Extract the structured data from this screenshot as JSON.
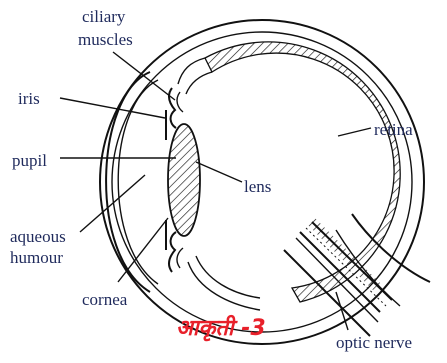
{
  "labels": {
    "ciliary_1": "ciliary",
    "ciliary_2": "muscles",
    "iris": "iris",
    "pupil": "pupil",
    "aqueous_1": "aqueous",
    "aqueous_2": "humour",
    "cornea": "cornea",
    "lens": "lens",
    "retina": "retina",
    "optic_nerve": "optic nerve"
  },
  "figure_caption": "आकृती -3",
  "colors": {
    "label_text": "#1f2a5c",
    "caption": "#e8202a",
    "line": "#111111"
  }
}
